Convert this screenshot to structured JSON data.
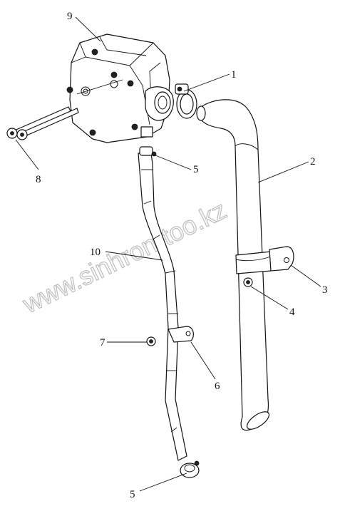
{
  "callouts": {
    "c1": "1",
    "c2": "2",
    "c3": "3",
    "c4": "4",
    "c5_top": "5",
    "c5_bottom": "5",
    "c6": "6",
    "c7": "7",
    "c8": "8",
    "c9": "9",
    "c10": "10"
  },
  "watermark": "www.sinhron-too.kz"
}
